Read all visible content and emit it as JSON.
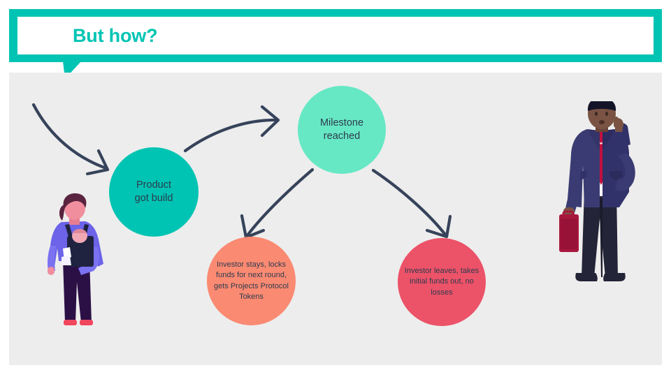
{
  "slide": {
    "background_color": "#FFFFFF",
    "panel_color": "#EDEDED",
    "accent_color": "#00C4B3"
  },
  "header": {
    "title": "But how?",
    "title_color": "#00C4B3",
    "bubble_color": "#00C4B3",
    "bubble_fill": "#FFFFFF"
  },
  "diagram": {
    "nodes": [
      {
        "id": "product",
        "label": "Product got build",
        "line1": "Product",
        "line2": "got build",
        "color": "#00C4B3",
        "text_color": "#2E3B4E"
      },
      {
        "id": "milestone",
        "label": "Milestone reached",
        "line1": "Milestone",
        "line2": "reached",
        "color": "#66E8C4",
        "text_color": "#2E3B4E"
      },
      {
        "id": "investor-stays",
        "label": "Investor stays, locks funds for next round, gets Projects Protocol Tokens",
        "color": "#FA8A72",
        "text_color": "#2E3B4E"
      },
      {
        "id": "investor-leaves",
        "label": "Investor leaves, takes initial funds out, no losses",
        "color": "#EC5268",
        "text_color": "#2E3B4E"
      }
    ],
    "arrow_color": "#36435A",
    "arrows": [
      {
        "id": "arrow-into-product",
        "from": "offslide-top-left",
        "to": "product"
      },
      {
        "id": "arrow-product-to-milestone",
        "from": "product",
        "to": "milestone"
      },
      {
        "id": "arrow-milestone-to-stays",
        "from": "milestone",
        "to": "investor-stays"
      },
      {
        "id": "arrow-milestone-to-leaves",
        "from": "milestone",
        "to": "investor-leaves"
      }
    ]
  },
  "illustrations": [
    {
      "id": "woman-with-baby",
      "name": "woman-carrying-baby-illustration",
      "colors": {
        "top": "#6C63E8",
        "top_shade": "#5A52D6",
        "pants": "#2B1046",
        "carrier": "#1F2340",
        "hair": "#5A2340",
        "skin": "#F08E9E",
        "shoes": "#F0465E"
      }
    },
    {
      "id": "businessman-with-briefcase",
      "name": "businessman-illustration",
      "colors": {
        "suit": "#3B3B73",
        "suit_shade": "#32326A",
        "shirt": "#FFFFFF",
        "tie": "#C2103E",
        "trousers": "#242438",
        "skin": "#7A5344",
        "hair": "#141428",
        "briefcase": "#A8173C",
        "shoes": "#242438"
      }
    }
  ]
}
